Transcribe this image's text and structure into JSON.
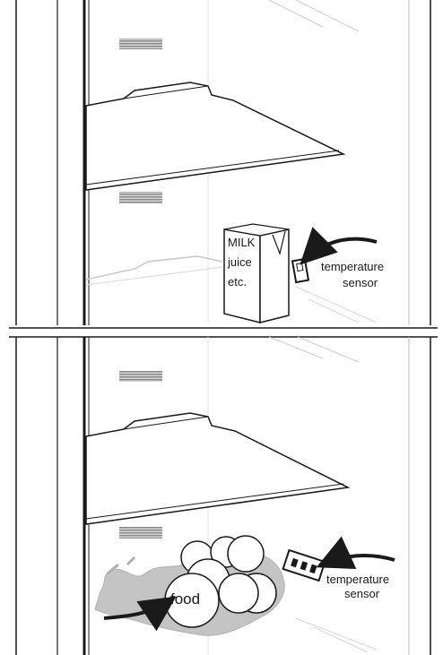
{
  "panels": [
    {
      "carton_text": [
        "MILK",
        "juice",
        "etc."
      ],
      "sensor_label": [
        "temperature",
        "sensor"
      ]
    },
    {
      "food_label": "food",
      "sensor_label": [
        "temperature",
        "sensor"
      ]
    }
  ],
  "colors": {
    "line": "#1a1a1a",
    "vent": "#9a9a9a",
    "food_spill": "#c4c4c4",
    "background": "#ffffff"
  }
}
